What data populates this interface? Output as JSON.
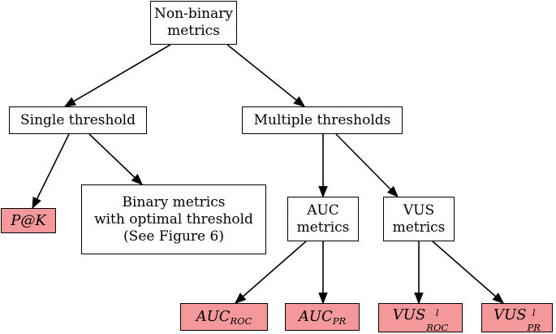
{
  "nodes": {
    "root": {
      "lines": [
        "Non-binary",
        "metrics"
      ]
    },
    "single": {
      "lines": [
        "Single threshold"
      ]
    },
    "multi": {
      "lines": [
        "Multiple thresholds"
      ]
    },
    "pk": {
      "text": "P@K"
    },
    "binary": {
      "lines": [
        "Binary metrics",
        "with optimal threshold",
        "(See Figure 6)"
      ]
    },
    "auc": {
      "lines": [
        "AUC",
        "metrics"
      ]
    },
    "vus": {
      "lines": [
        "VUS",
        "metrics"
      ]
    },
    "auc_roc": {
      "base": "AUC",
      "sub": "ROC"
    },
    "auc_pr": {
      "base": "AUC",
      "sub": "PR"
    },
    "vus_roc": {
      "base": "VUS",
      "sup": "l",
      "sub": "ROC"
    },
    "vus_pr": {
      "base": "VUS",
      "sup": "l",
      "sub": "PR"
    }
  },
  "edges": [
    [
      "root",
      "single"
    ],
    [
      "root",
      "multi"
    ],
    [
      "single",
      "pk"
    ],
    [
      "single",
      "binary"
    ],
    [
      "multi",
      "auc"
    ],
    [
      "multi",
      "vus"
    ],
    [
      "auc",
      "auc_roc"
    ],
    [
      "auc",
      "auc_pr"
    ],
    [
      "vus",
      "vus_roc"
    ],
    [
      "vus",
      "vus_pr"
    ]
  ],
  "colors": {
    "leaf_fill": "#f4989c",
    "stroke": "#000000"
  }
}
